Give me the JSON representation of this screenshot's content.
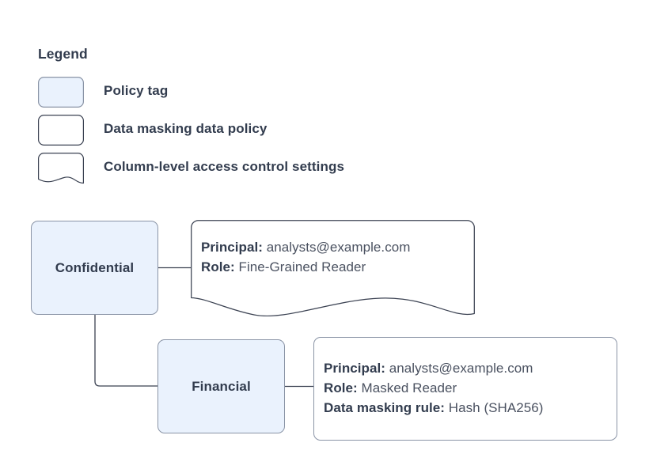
{
  "legend": {
    "title": "Legend",
    "items": [
      {
        "shape": "rounded-rect-filled",
        "label": "Policy tag",
        "fill": "#eaf2fd",
        "stroke": "#8a94a6"
      },
      {
        "shape": "rounded-rect",
        "label": "Data masking data policy",
        "fill": "#ffffff",
        "stroke": "#3b4252"
      },
      {
        "shape": "document-wavy",
        "label": "Column-level access control settings",
        "fill": "#ffffff",
        "stroke": "#3b4252"
      }
    ]
  },
  "diagram": {
    "nodes": [
      {
        "id": "confidential",
        "label": "Confidential",
        "type": "policy-tag"
      },
      {
        "id": "financial",
        "label": "Financial",
        "type": "policy-tag"
      }
    ],
    "callouts": [
      {
        "id": "confidential-settings",
        "shape": "document-wavy",
        "lines": [
          {
            "key": "Principal:",
            "value": "analysts@example.com"
          },
          {
            "key": "Role:",
            "value": "Fine-Grained Reader"
          }
        ]
      },
      {
        "id": "financial-settings",
        "shape": "rounded-rect",
        "lines": [
          {
            "key": "Principal:",
            "value": "analysts@example.com"
          },
          {
            "key": "Role:",
            "value": "Masked Reader"
          },
          {
            "key": "Data masking rule:",
            "value": "Hash (SHA256)"
          }
        ]
      }
    ],
    "edges": [
      {
        "from": "confidential",
        "to": "confidential-settings"
      },
      {
        "from": "confidential",
        "to": "financial"
      },
      {
        "from": "financial",
        "to": "financial-settings"
      }
    ]
  },
  "colors": {
    "policy_tag_fill": "#eaf2fd",
    "node_stroke": "#8a94a6",
    "text": "#323c4e",
    "value_text": "#4a5160",
    "edge_stroke": "#3b4252",
    "background": "#ffffff"
  }
}
